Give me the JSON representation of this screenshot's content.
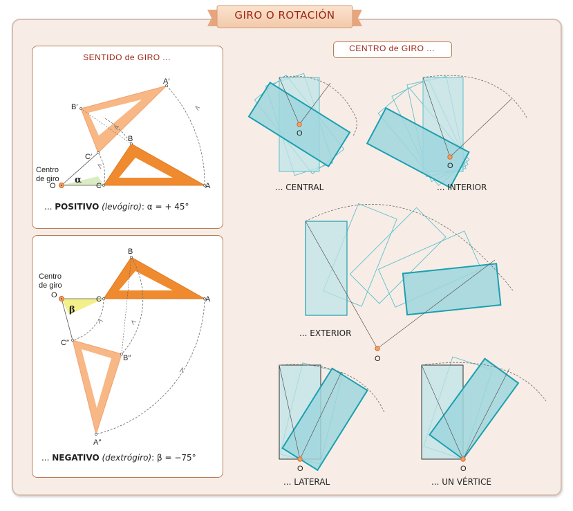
{
  "title": "GIRO O ROTACIÓN",
  "colors": {
    "frame_bg": "#f7ede6",
    "title_red": "#9a2413",
    "orange_dark": "#ef8a2f",
    "orange_light": "#f8b886",
    "teal_fill": "#9fd6dd",
    "teal_stroke": "#1aa0b0",
    "panel_border": "#b87a52"
  },
  "sentido": {
    "heading": "SENTIDO de GIRO ...",
    "positivo": {
      "prefix": "... ",
      "label": "POSITIVO",
      "note": "(levógiro)",
      "formula": ":  α = + 45°",
      "centro_line1": "Centro",
      "centro_line2": "de giro",
      "angle_symbol": "α",
      "points": {
        "O": "O",
        "A": "A",
        "B": "B",
        "C": "C",
        "A1": "A′",
        "B1": "B′",
        "C1": "C′"
      }
    },
    "negativo": {
      "prefix": "... ",
      "label": "NEGATIVO",
      "note": "(dextrógiro)",
      "formula": ":  β = −75°",
      "centro_line1": "Centro",
      "centro_line2": "de giro",
      "angle_symbol": "β",
      "points": {
        "O": "O",
        "A": "A",
        "B": "B",
        "C": "C",
        "A2": "A″",
        "B2": "B″",
        "C2": "C″"
      }
    }
  },
  "centro": {
    "heading": "CENTRO de GIRO ...",
    "center_label": "O",
    "captions": {
      "central": "... CENTRAL",
      "interior": "... INTERIOR",
      "exterior": "... EXTERIOR",
      "lateral": "... LATERAL",
      "vertice": "... UN VÉRTICE"
    }
  }
}
